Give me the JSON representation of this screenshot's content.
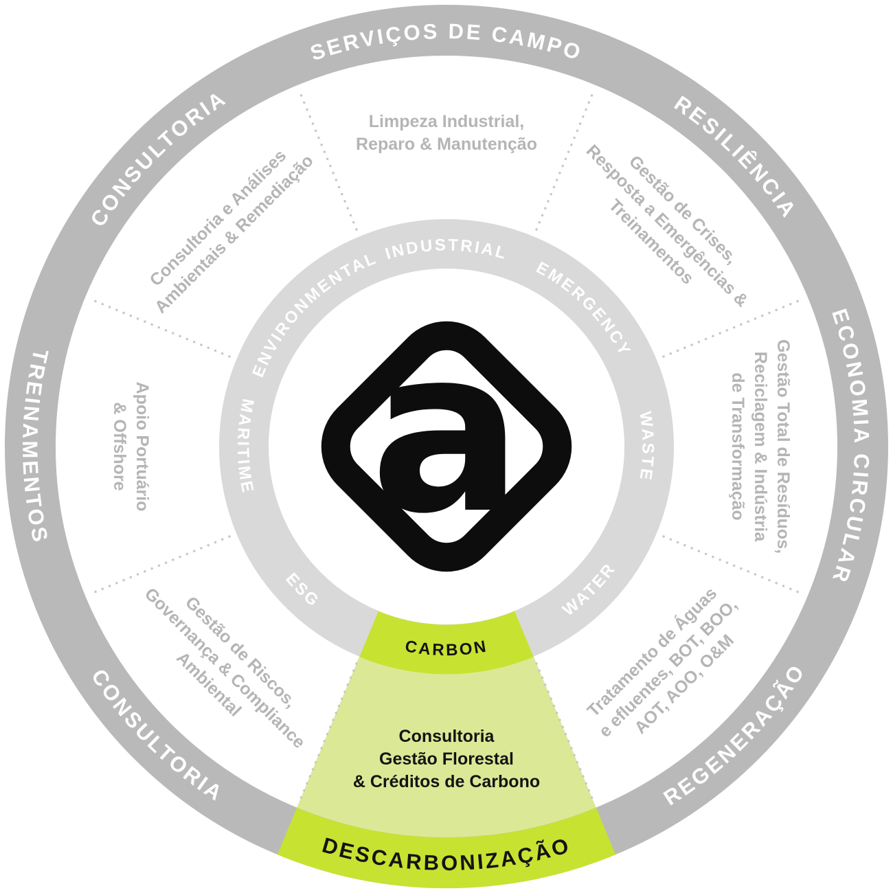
{
  "diagram": {
    "title": "Services wheel",
    "logo": {
      "letter": "a"
    },
    "colors": {
      "outer_ring": "#b9b9b9",
      "inner_ring": "#d9d9d9",
      "highlight": "#c8e232",
      "highlight_light": "#dbe996",
      "service_text": "#b5b5b5",
      "label_text": "#ffffff",
      "dark_text": "#141414"
    },
    "segments": {
      "n": {
        "outer_label": "SERVIÇOS DE CAMPO",
        "inner_label": "INDUSTRIAL",
        "services": [
          "Limpeza Industrial,",
          "Reparo & Manutenção"
        ],
        "highlighted": false
      },
      "ne": {
        "outer_label": "RESILIÊNCIA",
        "inner_label": "EMERGENCY",
        "services": [
          "Gestão de Crises,",
          "Resposta a Emergências &",
          "Treinamentos"
        ],
        "highlighted": false
      },
      "e": {
        "outer_label": "ECONOMIA CIRCULAR",
        "inner_label": "WASTE",
        "services": [
          "Gestão Total de Resíduos,",
          "Reciclagem & Indústria",
          "de Transformação"
        ],
        "highlighted": false
      },
      "se": {
        "outer_label": "REGENERAÇÃO",
        "inner_label": "WATER",
        "services": [
          "Tratamento de Águas",
          "e efluentes, BOT, BOO,",
          "AOT, AOO, O&M"
        ],
        "highlighted": false
      },
      "s": {
        "outer_label": "DESCARBONIZAÇÃO",
        "inner_label": "CARBON",
        "services": [
          "Consultoria",
          "Gestão Florestal",
          "& Créditos de Carbono"
        ],
        "highlighted": true
      },
      "sw": {
        "outer_label": "CONSULTORIA",
        "inner_label": "ESG",
        "services": [
          "Gestão de Riscos,",
          "Governança & Compliance",
          "Ambiental"
        ],
        "highlighted": false
      },
      "w": {
        "outer_label": "TREINAMENTOS",
        "inner_label": "MARITIME",
        "services": [
          "Apoio Portuário",
          "& Offshore"
        ],
        "highlighted": false
      },
      "nw": {
        "outer_label": "CONSULTORIA",
        "inner_label": "ENVIRONMENTAL",
        "services": [
          "Consultoria e Análises",
          "Ambientais & Remediação"
        ],
        "highlighted": false
      }
    }
  }
}
